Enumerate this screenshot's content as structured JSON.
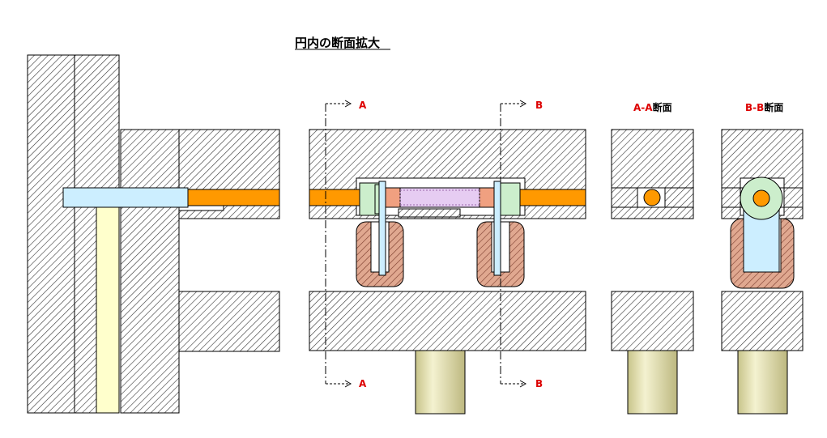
{
  "title": "円内の断面拡大",
  "section_a": {
    "marker": "A",
    "caption_letters": "A-A",
    "caption_suffix": "断面"
  },
  "section_b": {
    "marker": "B",
    "caption_letters": "B-B",
    "caption_suffix": "断面"
  },
  "colors": {
    "marker_red": "#dd0000",
    "orange_rod": "#ff9900",
    "light_cyan": "#cceeff",
    "light_green": "#cceecc",
    "brown_hatch": "#c88c78",
    "pale_yellow": "#ffffcc",
    "lavender": "#e6ccf2",
    "salmon": "#f0a080",
    "column_tan": "#e8e4b0"
  }
}
